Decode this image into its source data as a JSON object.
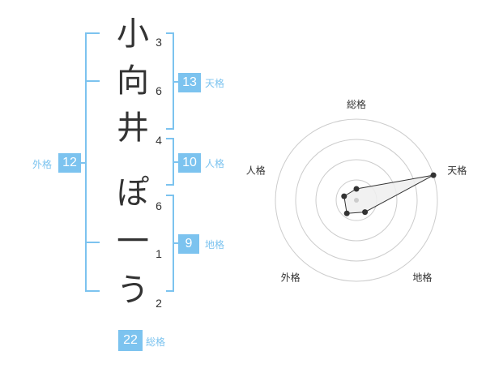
{
  "name": {
    "characters": [
      {
        "char": "小",
        "strokes": "3"
      },
      {
        "char": "向",
        "strokes": "6"
      },
      {
        "char": "井",
        "strokes": "4"
      },
      {
        "char": "ぽ",
        "strokes": "6"
      },
      {
        "char": "一",
        "strokes": "1"
      },
      {
        "char": "う",
        "strokes": "2"
      }
    ]
  },
  "fortune": {
    "tenkaku": {
      "value": "13",
      "label": "天格"
    },
    "jinkaku": {
      "value": "10",
      "label": "人格"
    },
    "chikaku": {
      "value": "9",
      "label": "地格"
    },
    "gaikaku": {
      "value": "12",
      "label": "外格"
    },
    "soukaku": {
      "value": "22",
      "label": "総格"
    }
  },
  "radar": {
    "axes": [
      "総格",
      "天格",
      "地格",
      "外格",
      "人格"
    ],
    "values": [
      0.14,
      1.0,
      0.18,
      0.2,
      0.16
    ],
    "max": 1.0,
    "ring_count": 4
  },
  "colors": {
    "accent": "#7cc3ef",
    "text": "#333333",
    "grid": "#cccccc",
    "polygon_fill": "#eeeeee",
    "polygon_stroke": "#333333",
    "center_dot": "#cccccc"
  }
}
